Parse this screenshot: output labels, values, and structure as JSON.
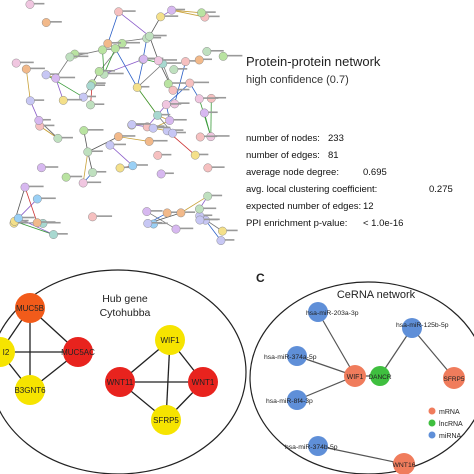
{
  "ppi": {
    "title": "Protein-protein network",
    "subtitle": "high confidence (0.7)",
    "stats": [
      {
        "label": "number of nodes:",
        "value": "233"
      },
      {
        "label": "number of edges:",
        "value": "81"
      },
      {
        "label": "average node degree:",
        "value": "0.695"
      },
      {
        "label": "avg. local clustering coefficient:",
        "value": "0.275"
      },
      {
        "label": "expected number of edges:",
        "value": "12"
      },
      {
        "label": "PPI enrichment p-value:",
        "value": "< 1.0e-16"
      }
    ]
  },
  "hub": {
    "title_line1": "Hub gene",
    "title_line2": "Cytohubba",
    "nodes": [
      "MUC5B",
      "MUC5AC",
      "B3GNT6",
      "I2",
      "WIF1",
      "WNT11",
      "WNT1",
      "SFRP5"
    ],
    "colors": {
      "red": "#e8231e",
      "orange": "#f25b1a",
      "yellow": "#f6e400"
    }
  },
  "cerna": {
    "panel_letter": "C",
    "title": "CeRNA network",
    "nodes": [
      "hsa-miR-203a-3p",
      "hsa-miR-125b-5p",
      "hsa-miR-374a-5p",
      "WIF1",
      "DANCR",
      "SFRP5",
      "hsa-miR-8f4-3p",
      "hsa-miR-374b-5p",
      "WNT16"
    ],
    "legend": [
      "mRNA",
      "lncRNA",
      "miRNA"
    ],
    "colors": {
      "mRNA": "#f07c5c",
      "lncRNA": "#3fbf3f",
      "miRNA": "#5f8fd8"
    }
  }
}
